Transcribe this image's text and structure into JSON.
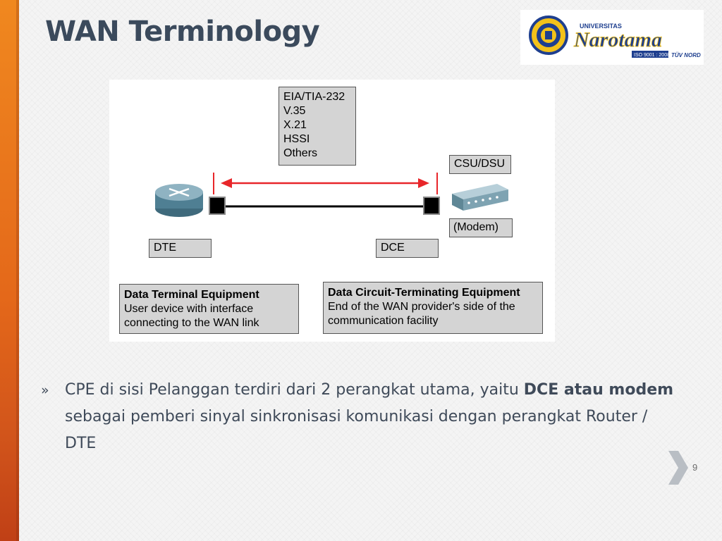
{
  "slide": {
    "title": "WAN Terminology",
    "page_number": "9"
  },
  "logo": {
    "text_top": "UNIVERSITAS",
    "text_main": "Narotama",
    "cert": "ISO 9001 : 2008",
    "cert_body": "TÜV NORD"
  },
  "diagram": {
    "standards": [
      "EIA/TIA-232",
      "V.35",
      "X.21",
      "HSSI",
      "Others"
    ],
    "csu_label": "CSU/DSU",
    "modem_label": "(Modem)",
    "dte_label": "DTE",
    "dce_label": "DCE",
    "dte_desc_title": "Data Terminal Equipment",
    "dte_desc_line1": "User device with interface",
    "dte_desc_line2": "connecting to the WAN link",
    "dce_desc_title": "Data Circuit-Terminating Equipment",
    "dce_desc_line1": "End of the WAN provider's side of the",
    "dce_desc_line2": "communication facility"
  },
  "bullet": {
    "marker": "»",
    "text_part1": "CPE di sisi Pelanggan terdiri dari 2 perangkat utama, yaitu ",
    "text_bold": "DCE atau modem",
    "text_part2": " sebagai pemberi sinyal sinkronisasi komunikasi dengan perangkat Router / DTE"
  },
  "colors": {
    "accent_orange": "#e4681a",
    "title_color": "#3b4a5c",
    "arrow_red": "#e8262a",
    "box_gray": "#d4d4d4"
  }
}
